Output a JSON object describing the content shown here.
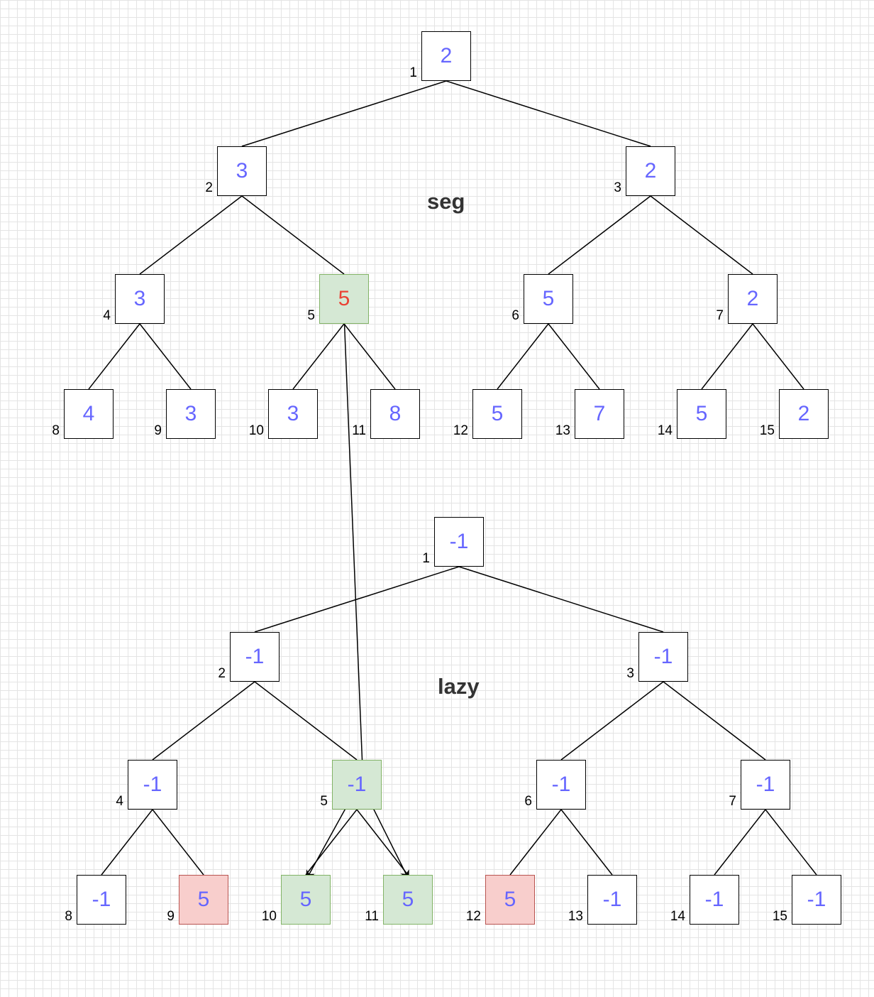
{
  "seg_tree": {
    "label": "seg",
    "nodes": [
      {
        "index": "1",
        "value": "2"
      },
      {
        "index": "2",
        "value": "3"
      },
      {
        "index": "3",
        "value": "2"
      },
      {
        "index": "4",
        "value": "3"
      },
      {
        "index": "5",
        "value": "5",
        "style": "highlight"
      },
      {
        "index": "6",
        "value": "5"
      },
      {
        "index": "7",
        "value": "2"
      },
      {
        "index": "8",
        "value": "4"
      },
      {
        "index": "9",
        "value": "3"
      },
      {
        "index": "10",
        "value": "3"
      },
      {
        "index": "11",
        "value": "8"
      },
      {
        "index": "12",
        "value": "5"
      },
      {
        "index": "13",
        "value": "7"
      },
      {
        "index": "14",
        "value": "5"
      },
      {
        "index": "15",
        "value": "2"
      }
    ]
  },
  "lazy_tree": {
    "label": "lazy",
    "nodes": [
      {
        "index": "1",
        "value": "-1"
      },
      {
        "index": "2",
        "value": "-1"
      },
      {
        "index": "3",
        "value": "-1"
      },
      {
        "index": "4",
        "value": "-1"
      },
      {
        "index": "5",
        "value": "-1",
        "style": "green"
      },
      {
        "index": "6",
        "value": "-1"
      },
      {
        "index": "7",
        "value": "-1"
      },
      {
        "index": "8",
        "value": "-1"
      },
      {
        "index": "9",
        "value": "5",
        "style": "red"
      },
      {
        "index": "10",
        "value": "5",
        "style": "green"
      },
      {
        "index": "11",
        "value": "5",
        "style": "green"
      },
      {
        "index": "12",
        "value": "5",
        "style": "red"
      },
      {
        "index": "13",
        "value": "-1"
      },
      {
        "index": "14",
        "value": "-1"
      },
      {
        "index": "15",
        "value": "-1"
      }
    ]
  },
  "colors": {
    "value": "#6666ff",
    "highlight_value": "#ea4335",
    "green_fill": "#d5e8d4",
    "green_border": "#82b366",
    "red_fill": "#f8cecc",
    "red_border": "#b85450"
  }
}
